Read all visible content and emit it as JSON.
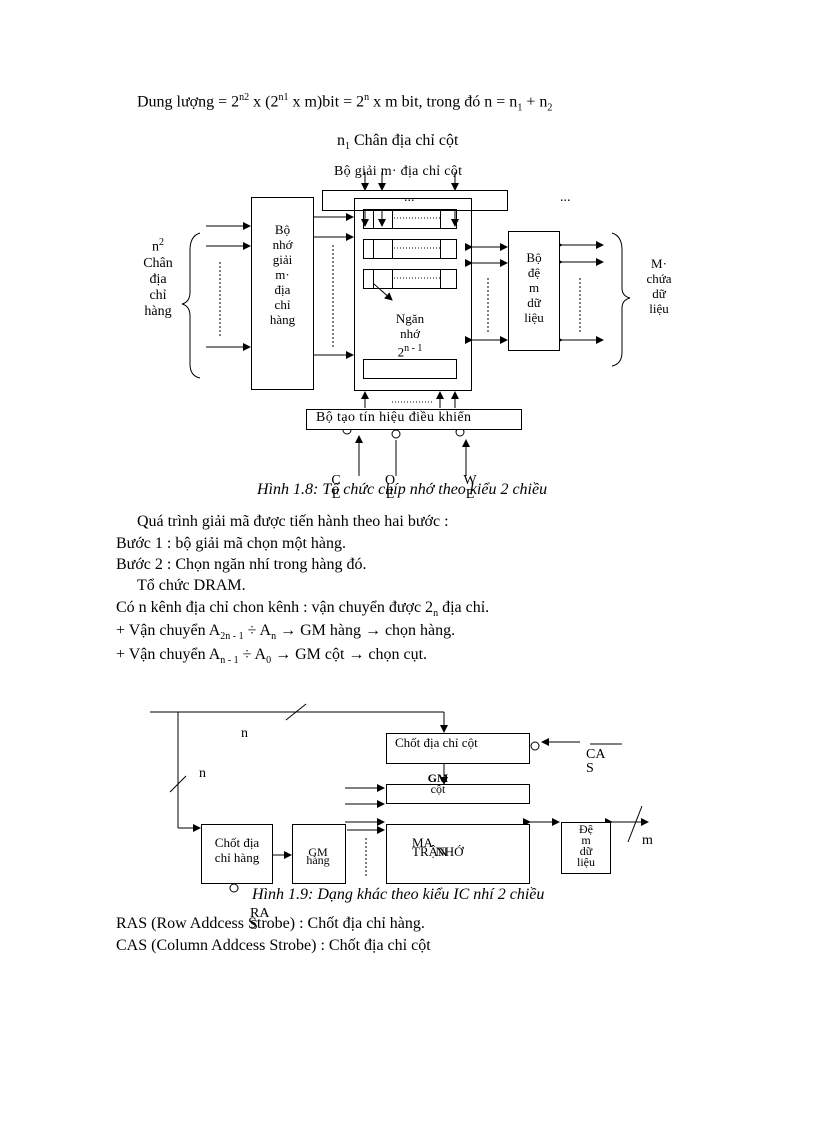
{
  "formula": {
    "prefix": "Dung lượng = 2",
    "exp_n2": "n2",
    "mid1": " x (2",
    "exp_n1": "n1",
    "mid2": " x m)bit = 2",
    "exp_n": "n",
    "mid3": " x m bit, trong đó n = n",
    "sub1": "1",
    "plus": " + n",
    "sub2": "2"
  },
  "fig1": {
    "col_pins_n": "n",
    "col_pins_sub": "1",
    "col_pins_text": " Chân địa chỉ cột",
    "col_decoder": "Bộ giải m· địa chỉ cột",
    "dots_col": "...",
    "dots_right": "...",
    "row_pins": [
      "n",
      "Chân",
      "địa",
      "chỉ",
      "hàng"
    ],
    "row_pins_sup": "2",
    "row_decoder": [
      "Bộ",
      "nhớ",
      "giải",
      "m·",
      "địa",
      "chỉ",
      "hàng"
    ],
    "cell_label": [
      "Ngăn",
      "nhớ"
    ],
    "cell_exp": "n - 1",
    "cell_base": "2",
    "buffer": [
      "Bộ",
      "đệ",
      "m",
      "dữ",
      "liệu"
    ],
    "data_pins": [
      "M·",
      "chứa",
      "dữ",
      "liệu"
    ],
    "control": "Bộ tạo tín hiệu điều khiển",
    "signals": [
      "C",
      "E",
      "O",
      "E",
      "W",
      "E"
    ],
    "caption": "Hình 1.8: Tổ chức chíp nhớ theo kiểu 2 chiều"
  },
  "body_lines": [
    "Quá trình giải mã được tiến hành theo hai bước :",
    "Bước 1 : bộ giải  mã chọn một hàng.",
    "Bước 2 : Chọn ngăn nhí trong hàng đó.",
    "Tổ chức DRAM."
  ],
  "channel_line": {
    "a": "Có n kênh địa chỉ chon kênh : vận chuyển được 2",
    "sub": "n",
    "b": " địa chỉ."
  },
  "transfer1": {
    "a": "+ Vận chuyển A",
    "s1": "2n - 1",
    "b": " ÷ A",
    "s2": "n",
    "c": "  → GM hàng → chọn hàng."
  },
  "transfer2": {
    "a": "+ Vận chuyển A",
    "s1": "n - 1",
    "b": " ÷ A",
    "s2": "0",
    "c": "  → GM cột → chọn cụt."
  },
  "fig2": {
    "n_top": "n",
    "n_left": "n",
    "col_latch": "Chốt địa chỉ cột",
    "cas": [
      "CA",
      "S"
    ],
    "gm_col": [
      "GM",
      "cột"
    ],
    "row_latch": [
      "Chốt địa",
      "chỉ hàng"
    ],
    "gm_row": [
      "GM",
      "hàng"
    ],
    "matrix": [
      "MA",
      "TRẬN",
      "NHỚ"
    ],
    "buffer": [
      "Đệ",
      "m",
      "dữ",
      "liệu"
    ],
    "m": "m",
    "ras": [
      "RA",
      "S"
    ],
    "caption": "Hình 1.9: Dạng khác theo kiểu IC nhí 2 chiều"
  },
  "defs": [
    "RAS (Row Addcess Strobe) : Chốt địa chỉ hàng.",
    "CAS (Column Addcess Strobe) : Chốt địa chỉ cột"
  ]
}
